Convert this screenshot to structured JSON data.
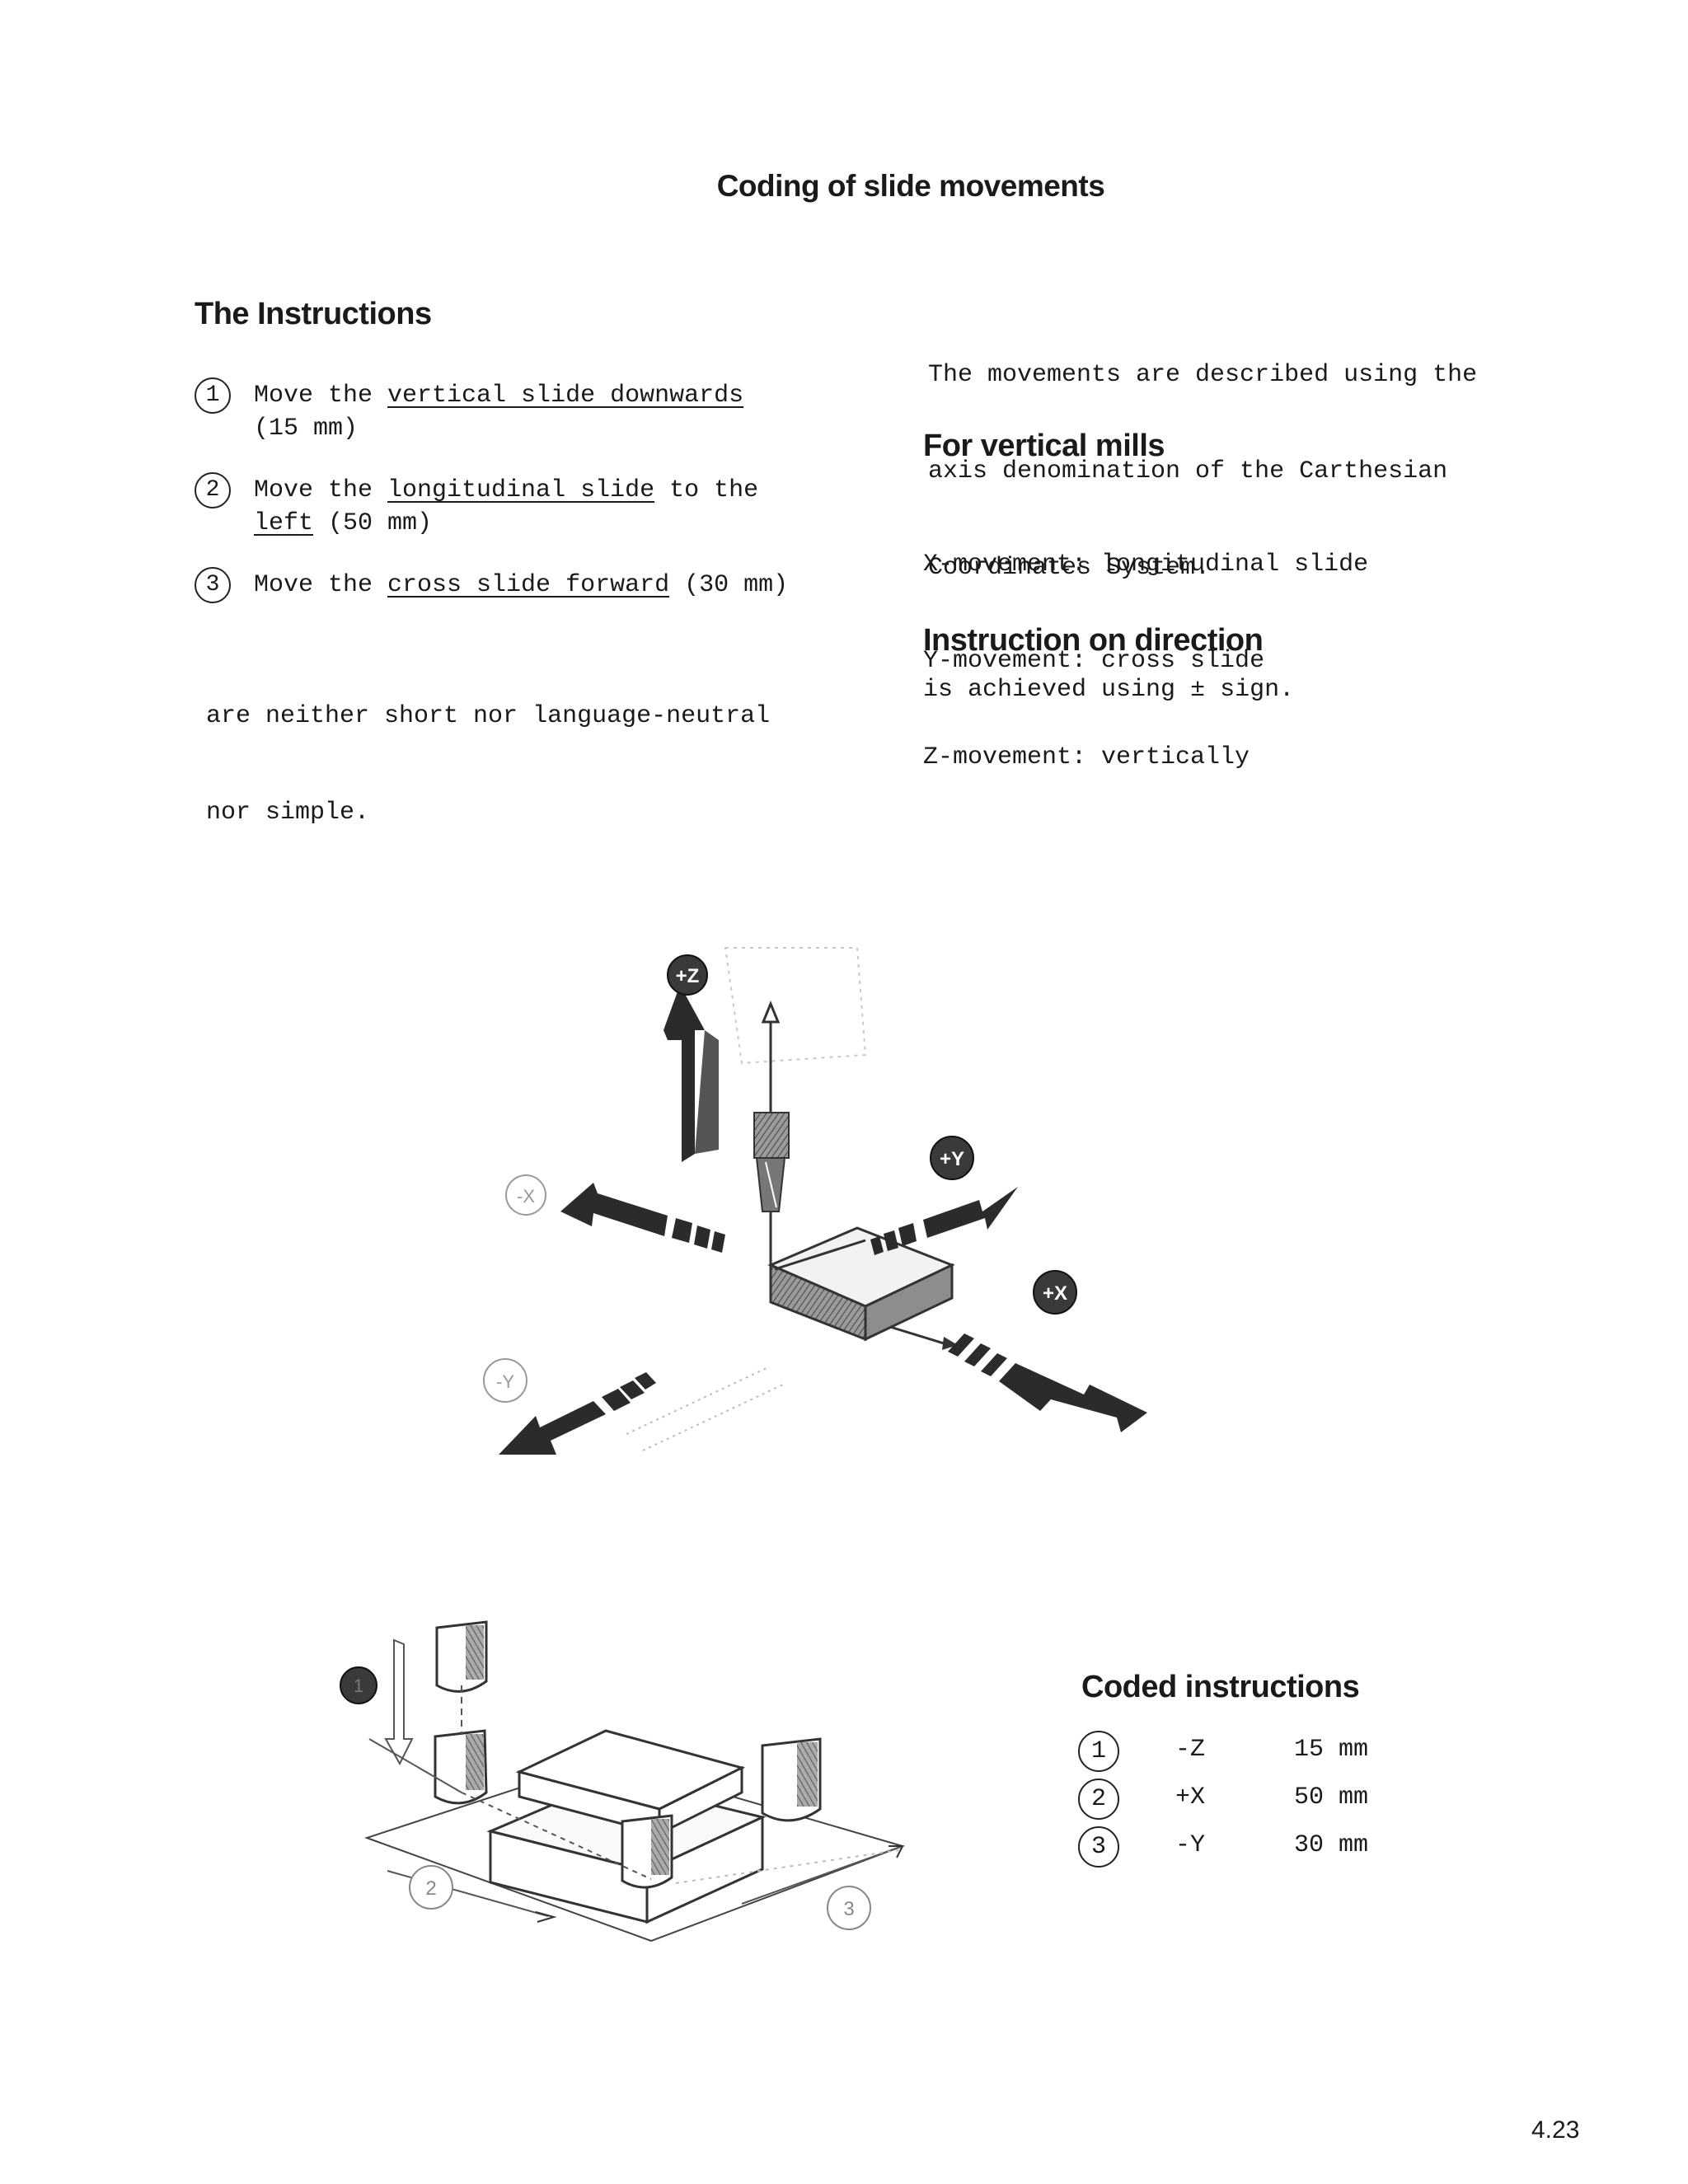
{
  "title": "Coding of slide movements",
  "instructions": {
    "heading": "The Instructions",
    "items": [
      {
        "number": "1",
        "prefix": "Move the ",
        "underlined": "vertical slide downwards",
        "suffix": "",
        "line2": "(15 mm)"
      },
      {
        "number": "2",
        "prefix": "Move the ",
        "underlined": "longitudinal slide",
        "suffix": " to the",
        "line2_underlined": "left",
        "line2": " (50 mm)"
      },
      {
        "number": "3",
        "prefix": "Move the ",
        "underlined": "cross slide forward",
        "suffix": " (30 mm)",
        "line2": ""
      }
    ],
    "conclusion_line1": "are neither short nor language-neutral",
    "conclusion_line2": "nor simple."
  },
  "description": {
    "text_line1": "The movements are described using the",
    "text_line2": "axis denomination of the Carthesian",
    "text_line3": "Coordinates System.",
    "vertical_mills": {
      "heading": "For vertical mills",
      "lines": [
        "X-movement: longitudinal slide",
        "Y-movement: cross slide",
        "Z-movement: vertically"
      ]
    },
    "direction": {
      "heading": "Instruction on direction",
      "text_before": "is achieved using ",
      "sign": "±",
      "text_after": " sign."
    }
  },
  "axis_diagram": {
    "labels": {
      "plus_z": "+Z",
      "minus_x": "-X",
      "plus_y": "+Y",
      "plus_x": "+X",
      "minus_y": "-Y"
    }
  },
  "workpiece_diagram": {
    "markers": {
      "step1": "1",
      "step2": "2",
      "step3": "3"
    }
  },
  "coded_instructions": {
    "heading": "Coded instructions",
    "rows": [
      {
        "number": "1",
        "axis": "-Z",
        "value": "15 mm"
      },
      {
        "number": "2",
        "axis": "+X",
        "value": "50 mm"
      },
      {
        "number": "3",
        "axis": "-Y",
        "value": "30 mm"
      }
    ]
  },
  "page_number": "4.23"
}
